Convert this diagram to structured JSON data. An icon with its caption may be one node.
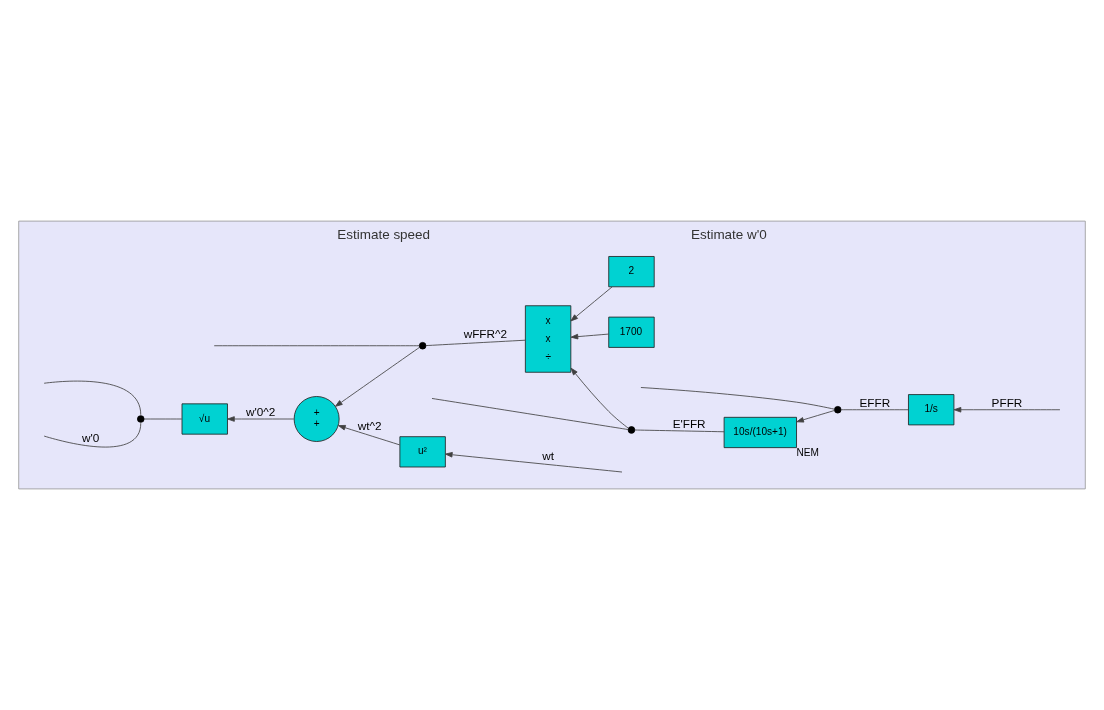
{
  "diagram": {
    "nodes": [
      {
        "text": [
          "Estimate speed",
          "Estimate w'0"
        ]
      },
      {
        "text": [
          "2"
        ],
        "in": 0
      },
      {
        "text": [
          "1700"
        ],
        "in": 0
      },
      {
        "text": [
          "x",
          "x",
          "÷"
        ],
        "in": 0
      },
      {
        "text": [
          "10s/(10s+1)"
        ],
        "beside": [
          "NEM"
        ],
        "in": 0
      },
      {
        "text": [
          "1/s"
        ],
        "in": 0
      },
      {
        "text": [
          "+",
          "+"
        ],
        "in": 0
      },
      {
        "text": [
          "√u"
        ],
        "in": 0
      },
      {
        "text": [
          "u²"
        ],
        "in": 0
      },
      {
        "text": [],
        "shape": "circle",
        "in": 0
      },
      {
        "text": [],
        "shape": "circle",
        "in": 0
      },
      {
        "text": [],
        "shape": "circle",
        "in": 0
      },
      {
        "text": [],
        "shape": "circle",
        "in": 0
      }
    ],
    "edges": [
      {
        "from": null,
        "to": 5,
        "arrow": "to",
        "label": "PFFR"
      },
      {
        "from": 5,
        "to": 10,
        "arrow": "none",
        "label": "EFFR"
      },
      {
        "from": 10,
        "to": 4,
        "arrow": "to"
      },
      {
        "from": 10,
        "to": null,
        "arrow": "none"
      },
      {
        "from": 4,
        "to": 9,
        "arrow": "none",
        "label": "E'FFR"
      },
      {
        "from": 9,
        "to": 3,
        "arrow": "to"
      },
      {
        "from": 9,
        "to": null,
        "arrow": "none"
      },
      {
        "from": 1,
        "to": 3,
        "arrow": "to"
      },
      {
        "from": 2,
        "to": 3,
        "arrow": "to"
      },
      {
        "from": 3,
        "to": 11,
        "arrow": "none",
        "label": "wFFR^2"
      },
      {
        "from": 11,
        "to": 6,
        "arrow": "to"
      },
      {
        "from": 11,
        "to": null,
        "arrow": "none"
      },
      {
        "from": 6,
        "to": 7,
        "arrow": "to",
        "label": "w'0^2"
      },
      {
        "from": 7,
        "to": 12,
        "arrow": "none"
      },
      {
        "from": 12,
        "to": null,
        "arrow": "none"
      },
      {
        "from": 12,
        "to": null,
        "arrow": "none",
        "label": "w'0"
      },
      {
        "from": null,
        "to": 8,
        "arrow": "to",
        "label": "wt"
      },
      {
        "from": 8,
        "to": 6,
        "arrow": "to",
        "label": "wt^2"
      }
    ]
  }
}
